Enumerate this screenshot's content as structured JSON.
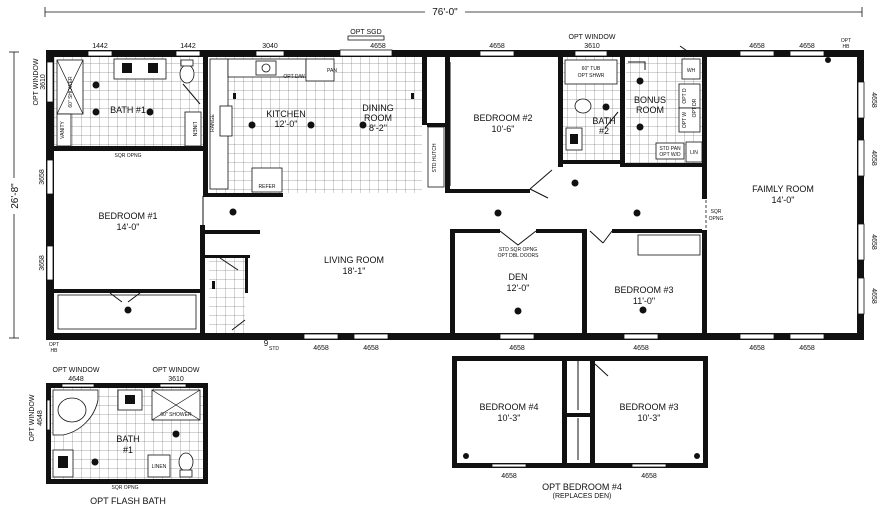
{
  "overall": {
    "width_label": "76'-0\"",
    "depth_label": "26'-8\""
  },
  "rooms": {
    "bath1": {
      "name": "BATH #1"
    },
    "kitchen": {
      "name": "KITCHEN",
      "size": "12'-0\""
    },
    "dining": {
      "name": "DINING",
      "name2": "ROOM",
      "size": "8'-2\""
    },
    "bedroom2": {
      "name": "BEDROOM #2",
      "size": "10'-6\""
    },
    "bath2": {
      "name": "BATH",
      "name2": "#2"
    },
    "bonus": {
      "name": "BONUS",
      "name2": "ROOM"
    },
    "family": {
      "name": "FAIMLY ROOM",
      "size": "14'-0\""
    },
    "bedroom1": {
      "name": "BEDROOM #1",
      "size": "14'-0\""
    },
    "living": {
      "name": "LIVING ROOM",
      "size": "18'-1\""
    },
    "den": {
      "name": "DEN",
      "size": "12'-0\""
    },
    "bedroom3": {
      "name": "BEDROOM #3",
      "size": "11'-0\""
    }
  },
  "fixtures": {
    "vanity": "VANITY",
    "shower60": "60\" SHOWER",
    "linen": "LINEN",
    "range": "RANGE",
    "pan": "PAN",
    "optdw": "OPT D/W",
    "refer": "REFER",
    "stdhutch": "STD HUTCH",
    "tub60": "60\" TUB",
    "optshwr": "OPT SHWR",
    "wh": "WH",
    "optd": "OPT D",
    "optw": "OPT W",
    "optdr": "OPT DR",
    "lin": "LIN",
    "stdpan": "STD PAN",
    "optwd": "OPT W/D",
    "sqropng": "SQR OPNG",
    "sqropng2": "SQR",
    "sqropng3": "OPNG",
    "stdsqr": "STD SQR OPNG",
    "optdbl": "OPT DBL DOORS",
    "std": "STD",
    "g": "9"
  },
  "labels": {
    "opt_sgd": "OPT SGD",
    "opt_window_top": "OPT WINDOW",
    "opt_window_left": "OPT WINDOW",
    "opt_hb": "OPT",
    "opt_hb2": "HB"
  },
  "windows": {
    "w1442a": "1442",
    "w1442b": "1442",
    "w3040": "3040",
    "w4658_top1": "4658",
    "w4658_top2": "4658",
    "w3610": "3610",
    "w4658_top3": "4658",
    "w4658_top4": "4658",
    "w3610_left": "3610",
    "w3658_l1": "3658",
    "w3658_l2": "3658",
    "w4658_r1": "4658",
    "w4658_r2": "4658",
    "w4658_r3": "4658",
    "w4658_r4": "4658",
    "w4658_b1": "4658",
    "w4658_b2": "4658",
    "w4658_b3": "4658",
    "w4658_b4": "4658",
    "w4658_b5": "4658",
    "w4658_b6": "4658"
  },
  "flash_bath": {
    "caption": "OPT FLASH BATH",
    "opt_window_1": "OPT WINDOW",
    "w4648": "4648",
    "opt_window_2": "OPT WINDOW",
    "w3610": "3610",
    "opt_window_left": "OPT WINDOW",
    "w4648_left": "4648",
    "bath": "BATH",
    "bath_num": "#1",
    "shower": "60\" SHOWER",
    "linen": "LINEN",
    "sqr": "SQR OPNG"
  },
  "opt_bedroom": {
    "caption": "OPT BEDROOM #4",
    "caption2": "(REPLACES DEN)",
    "bedroom4": "BEDROOM #4",
    "bedroom4_size": "10'-3\"",
    "bedroom3": "BEDROOM #3",
    "bedroom3_size": "10'-3\"",
    "w1": "4658",
    "w2": "4658"
  }
}
